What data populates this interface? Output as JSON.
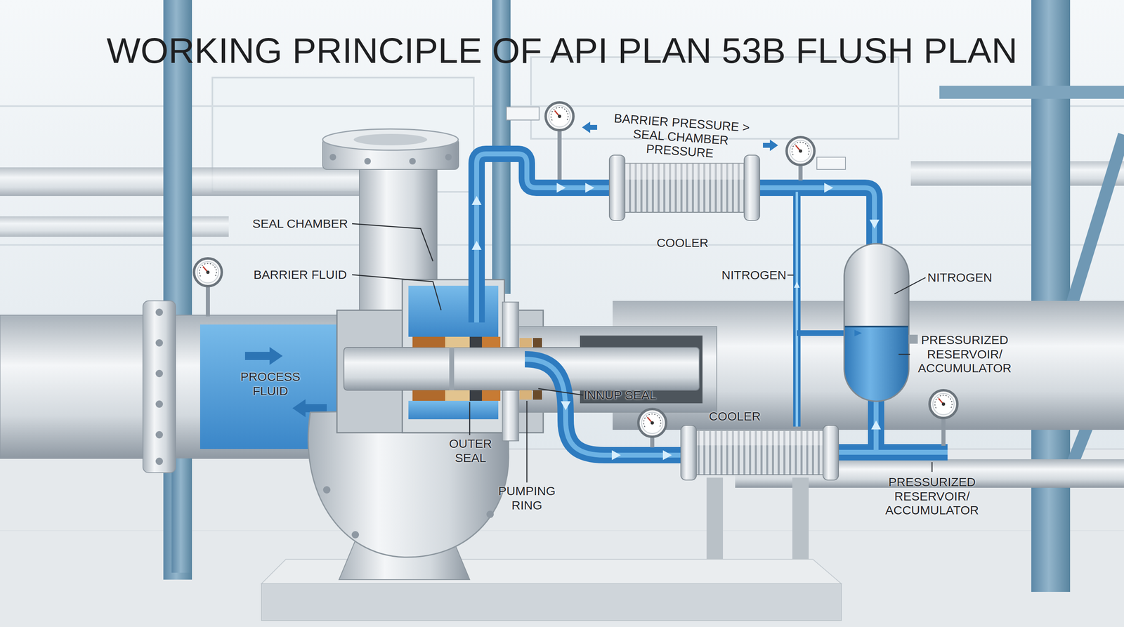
{
  "diagram": {
    "title": "WORKING PRINCIPLE OF API PLAN 53B FLUSH PLAN",
    "labels": [
      "BARRIER PRESSURE > SEAL CHAMBER PRESSURE",
      "SEAL CHAMBER",
      "BARRIER FLUID",
      "COOLER",
      "NITROGEN",
      "NITROGEN",
      "PROCESS FLUID",
      "PRESSURIZED RESERVOIR/ ACCUMULATOR",
      "INNUP SEAL",
      "COOLER",
      "OUTER SEAL",
      "PUMPING RING",
      "PRESSURIZED RESERVOIR/ ACCUMULATOR"
    ]
  }
}
